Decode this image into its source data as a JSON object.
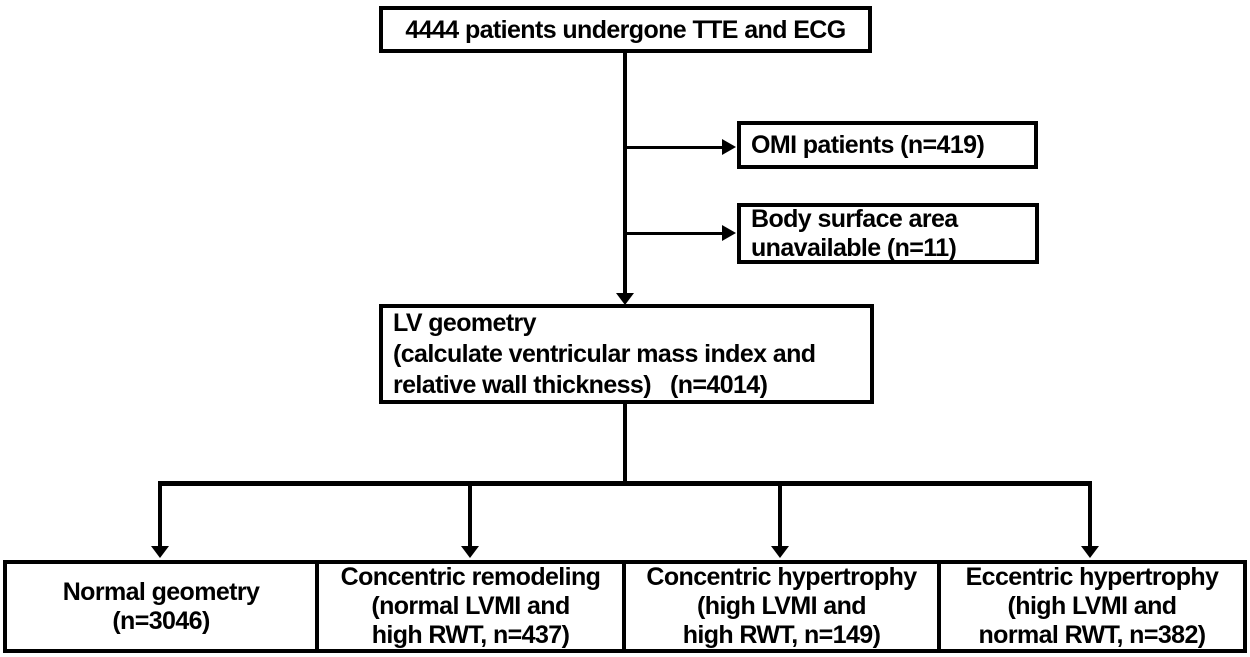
{
  "figure": {
    "colors": {
      "background": "#ffffff",
      "line": "#000000",
      "text": "#000000"
    },
    "top_box": {
      "text": "4444 patients undergone TTE and ECG"
    },
    "exclusion_boxes": [
      {
        "lines": [
          "OMI patients (n=419)"
        ]
      },
      {
        "lines": [
          "Body surface area",
          "unavailable (n=11)"
        ]
      }
    ],
    "middle_box": {
      "lines": [
        "LV geometry",
        "(calculate ventricular mass index and",
        "relative wall thickness)   (n=4014)"
      ]
    },
    "outcome_boxes": [
      {
        "lines": [
          "Normal geometry",
          "(n=3046)"
        ]
      },
      {
        "lines": [
          "Concentric remodeling",
          "(normal LVMI and",
          "high RWT, n=437)"
        ]
      },
      {
        "lines": [
          "Concentric hypertrophy",
          "(high LVMI and",
          "high RWT, n=149)"
        ]
      },
      {
        "lines": [
          "Eccentric hypertrophy",
          "(high LVMI and",
          "normal RWT, n=382)"
        ]
      }
    ]
  }
}
